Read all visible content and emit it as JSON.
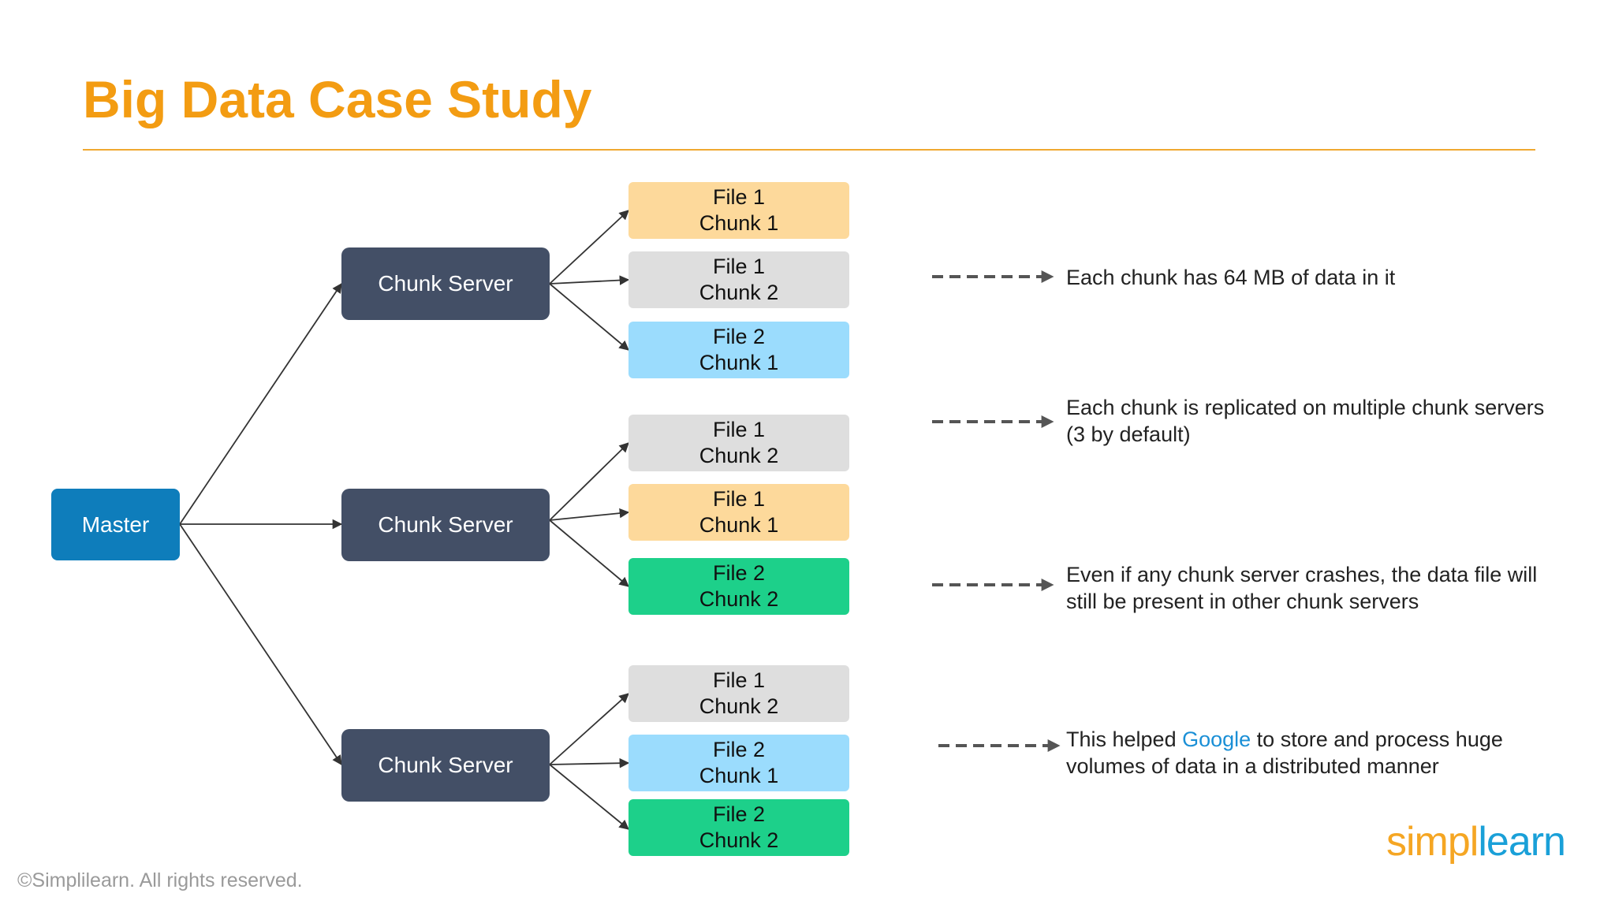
{
  "colors": {
    "topbar": [
      "#f5a623",
      "#f07a2a",
      "#1aa05a",
      "#1a8fd6"
    ],
    "title": "#f39c12",
    "master": "#0e7dbb",
    "chunk_server": "#434f66",
    "chunk_orange": "#fdd99b",
    "chunk_gray": "#dedede",
    "chunk_blue": "#9bdcfd",
    "chunk_green": "#1dd08a",
    "link": "#1a8fd6"
  },
  "title": "Big Data Case Study",
  "master": {
    "label": "Master"
  },
  "servers": [
    {
      "label": "Chunk Server",
      "chunks": [
        {
          "line1": "File 1",
          "line2": "Chunk 1",
          "color": "#fdd99b"
        },
        {
          "line1": "File 1",
          "line2": "Chunk 2",
          "color": "#dedede"
        },
        {
          "line1": "File 2",
          "line2": "Chunk 1",
          "color": "#9bdcfd"
        }
      ]
    },
    {
      "label": "Chunk Server",
      "chunks": [
        {
          "line1": "File 1",
          "line2": "Chunk 2",
          "color": "#dedede"
        },
        {
          "line1": "File 1",
          "line2": "Chunk 1",
          "color": "#fdd99b"
        },
        {
          "line1": "File 2",
          "line2": "Chunk 2",
          "color": "#1dd08a"
        }
      ]
    },
    {
      "label": "Chunk Server",
      "chunks": [
        {
          "line1": "File 1",
          "line2": "Chunk 2",
          "color": "#dedede"
        },
        {
          "line1": "File 2",
          "line2": "Chunk 1",
          "color": "#9bdcfd"
        },
        {
          "line1": "File 2",
          "line2": "Chunk 2",
          "color": "#1dd08a"
        }
      ]
    }
  ],
  "notes": [
    {
      "line1": "Each chunk has 64 MB of data in it",
      "line2": ""
    },
    {
      "line1": "Each chunk is replicated on multiple chunk servers",
      "line2": "(3 by default)"
    },
    {
      "line1": "Even if any chunk server crashes, the data file will",
      "line2": "still be present in other chunk servers"
    },
    {
      "line1_pre": "This helped ",
      "line1_link": "Google",
      "line1_post": " to store and process huge",
      "line2": "volumes of data in a distributed manner"
    }
  ],
  "footer": {
    "copyright": "©Simplilearn. All rights reserved."
  },
  "logo": {
    "part1": "simpl",
    "part2": "learn"
  }
}
